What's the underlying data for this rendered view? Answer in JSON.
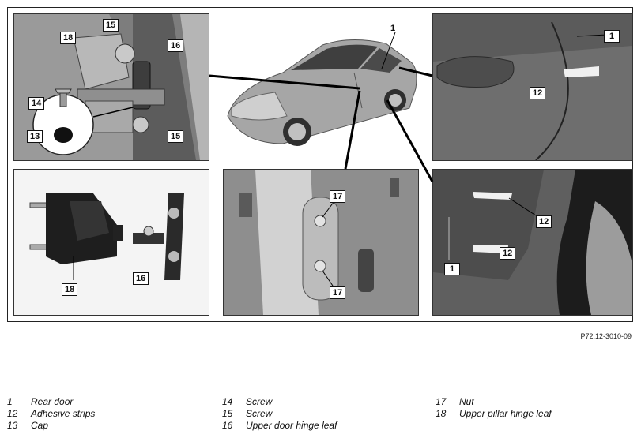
{
  "reference_code": "P72.12-3010-09",
  "callouts": {
    "rear_door": "1",
    "adhesive_strips": "12",
    "cap": "13",
    "screw_14": "14",
    "screw_15": "15",
    "upper_door_hinge_leaf": "16",
    "nut": "17",
    "upper_pillar_hinge_leaf": "18"
  },
  "legend": [
    {
      "num": "1",
      "label": "Rear door"
    },
    {
      "num": "12",
      "label": "Adhesive strips"
    },
    {
      "num": "13",
      "label": "Cap"
    },
    {
      "num": "14",
      "label": "Screw"
    },
    {
      "num": "15",
      "label": "Screw"
    },
    {
      "num": "16",
      "label": "Upper door hinge leaf"
    },
    {
      "num": "17",
      "label": "Nut"
    },
    {
      "num": "18",
      "label": "Upper pillar hinge leaf"
    }
  ]
}
